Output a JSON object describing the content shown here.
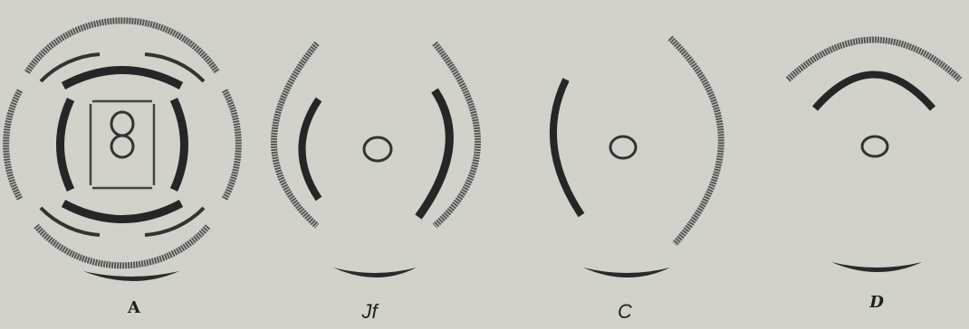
{
  "figure": {
    "colors": {
      "paper": "#d3d2cb",
      "ink": "#2a2a2a",
      "stroke": "#444444"
    },
    "diagrams": [
      {
        "id": "A",
        "label": "A"
      },
      {
        "id": "Jf",
        "label": "Jf"
      },
      {
        "id": "C",
        "label": "C"
      },
      {
        "id": "D",
        "label": "D"
      }
    ]
  }
}
